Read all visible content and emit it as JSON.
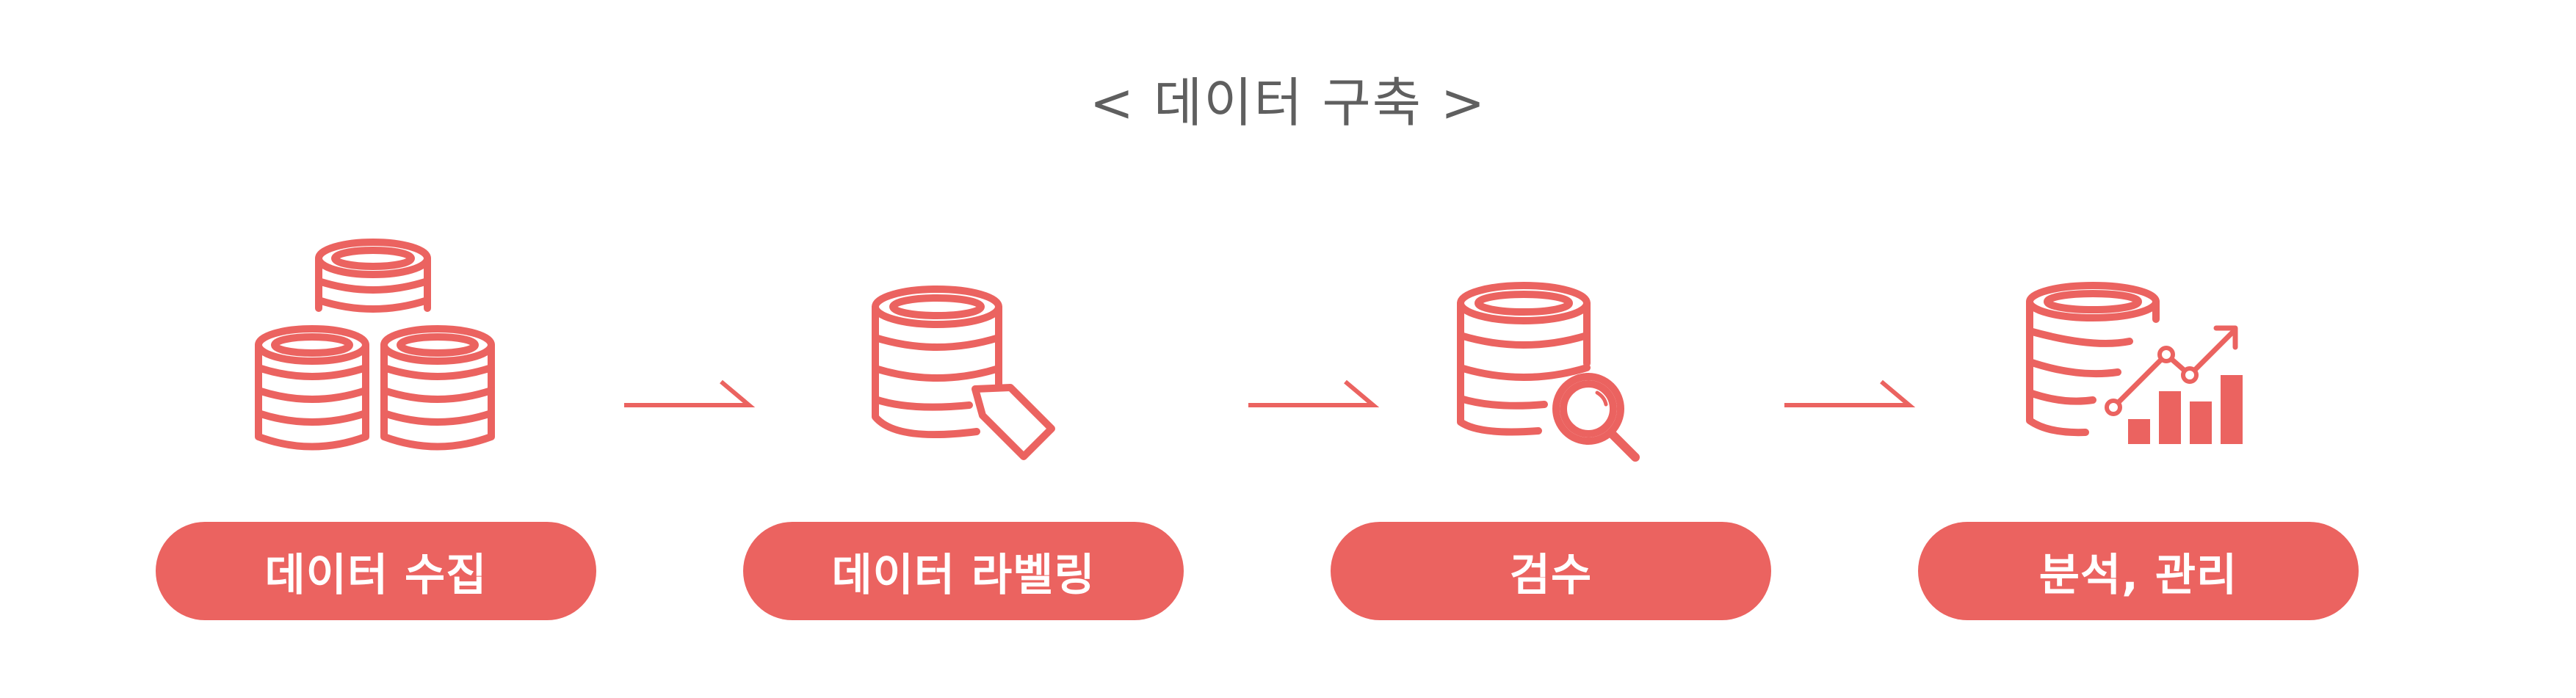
{
  "title": "< 데이터 구축 >",
  "colors": {
    "accent": "#EB6360",
    "title_text": "#5F5F5F",
    "pill_text": "#FFFFFF"
  },
  "steps": [
    {
      "label": "데이터 수집",
      "icon": "database-stack-icon"
    },
    {
      "label": "데이터 라벨링",
      "icon": "database-tag-icon"
    },
    {
      "label": "검수",
      "icon": "database-search-icon"
    },
    {
      "label": "분석, 관리",
      "icon": "database-chart-icon"
    }
  ]
}
